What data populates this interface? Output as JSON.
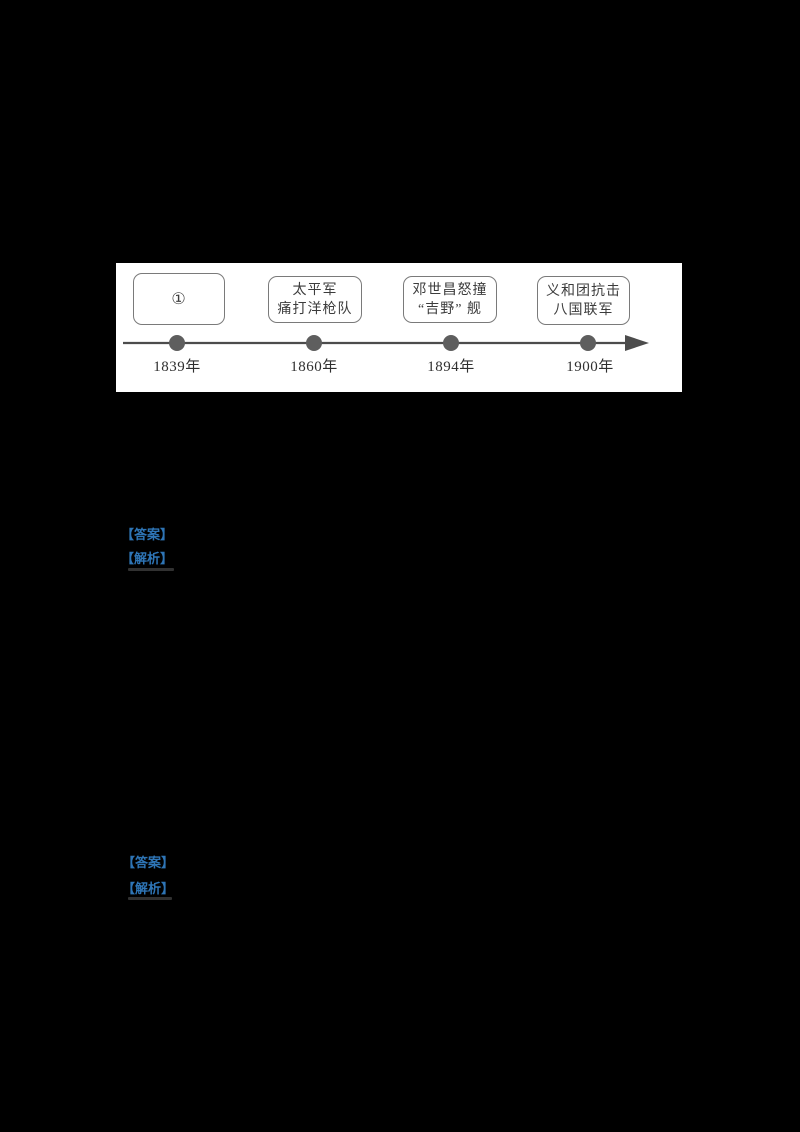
{
  "page": {
    "background": "#000000"
  },
  "figure": {
    "type": "timeline",
    "background": "#ffffff",
    "events": [
      {
        "box_line1": "①",
        "box_line2": "",
        "year": "1839年"
      },
      {
        "box_line1": "太平军",
        "box_line2": "痛打洋枪队",
        "year": "1860年"
      },
      {
        "box_line1": "邓世昌怒撞",
        "box_line2": "“吉野” 舰",
        "year": "1894年"
      },
      {
        "box_line1": "义和团抗击",
        "box_line2": "八国联军",
        "year": "1900年"
      }
    ]
  },
  "sections": [
    {
      "answer_label": "【答案】",
      "analysis_label": "【解析】"
    },
    {
      "answer_label": "【答案】",
      "analysis_label": "【解析】"
    }
  ],
  "colors": {
    "label_blue": "#2e75b6",
    "axis_gray": "#4c4c4c",
    "dot_gray": "#5e5e5e",
    "box_border_gray": "#7a7a7a",
    "box_text_gray": "#3c3c3c",
    "panel_white": "#ffffff",
    "page_black": "#000000"
  }
}
